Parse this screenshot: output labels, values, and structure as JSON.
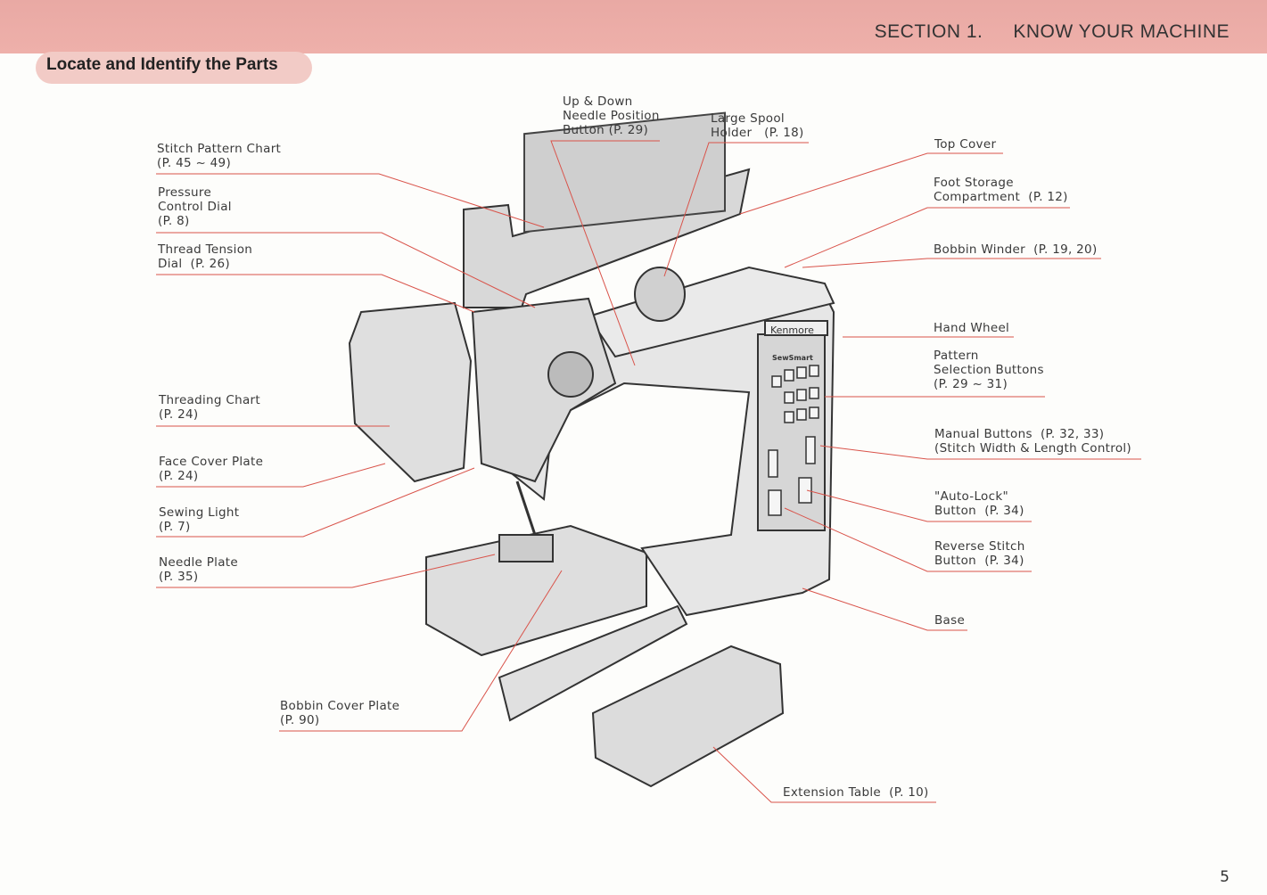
{
  "header": {
    "section": "SECTION 1.",
    "section_title": "KNOW YOUR MACHINE",
    "heading": "Locate and Identify the Parts"
  },
  "machine": {
    "brand_logo": "Kenmore",
    "panel_logo": "SewSmart"
  },
  "labels": {
    "stitch_pattern_chart": "Stitch Pattern Chart\n(P. 45 ~ 49)",
    "pressure_control_dial": "Pressure\nControl Dial\n(P. 8)",
    "thread_tension_dial": "Thread Tension\nDial  (P. 26)",
    "threading_chart": "Threading Chart\n(P. 24)",
    "face_cover_plate": "Face Cover Plate\n(P. 24)",
    "sewing_light": "Sewing Light\n(P. 7)",
    "needle_plate": "Needle Plate\n(P. 35)",
    "bobbin_cover_plate": "Bobbin Cover Plate\n(P. 90)",
    "up_down_needle": "Up & Down\nNeedle Position\nButton (P. 29)",
    "large_spool_holder": "Large Spool\nHolder   (P. 18)",
    "top_cover": "Top Cover",
    "foot_storage": "Foot Storage\nCompartment  (P. 12)",
    "bobbin_winder": "Bobbin Winder  (P. 19, 20)",
    "hand_wheel": "Hand Wheel",
    "pattern_selection": "Pattern\nSelection Buttons\n(P. 29 ~ 31)",
    "manual_buttons": "Manual Buttons  (P. 32, 33)\n(Stitch Width & Length Control)",
    "auto_lock": "\"Auto-Lock\"\nButton  (P. 34)",
    "reverse_stitch": "Reverse Stitch\nButton  (P. 34)",
    "base": "Base",
    "extension_table": "Extension Table  (P. 10)"
  },
  "page_number": "5",
  "colors": {
    "band": "#eeb0aa",
    "leader": "#d9534a",
    "machine": "#e2e2e2"
  }
}
